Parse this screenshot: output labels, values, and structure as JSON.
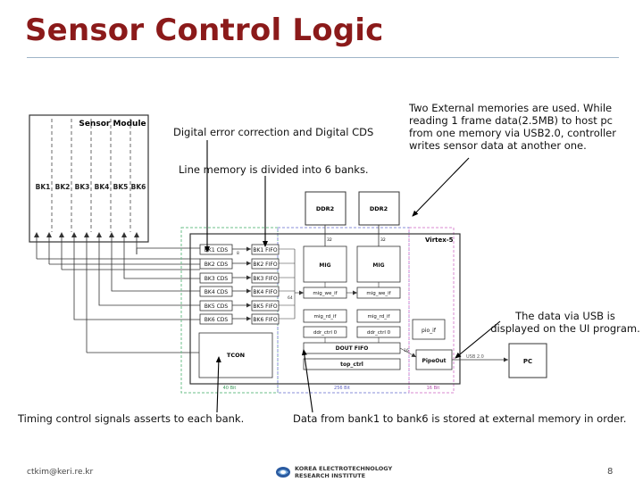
{
  "slide": {
    "title": "Sensor Control Logic",
    "notes": {
      "cds": "Digital error correction and Digital CDS",
      "memory": "Two External memories are used. While reading 1 frame data(2.5MB) to host pc from one memory via USB2.0, controller writes sensor data at another one.",
      "line": "Line memory is divided into 6 banks.",
      "usb": "The data via USB is displayed on the UI program.",
      "timing": "Timing control signals asserts to each bank.",
      "data": "Data from bank1 to bank6 is stored at external memory in order."
    },
    "footer": {
      "email": "ctkim@keri.re.kr",
      "logo_line1": "KOREA ELECTROTECHNOLOGY",
      "logo_line2": "RESEARCH INSTITUTE",
      "page": "8"
    }
  },
  "diagram": {
    "sensor_module": "Sensor Module",
    "banks": [
      "BK1",
      "BK2",
      "BK3",
      "BK4",
      "BK5",
      "BK6"
    ],
    "cds_blocks": [
      "BK1 CDS",
      "BK2 CDS",
      "BK3 CDS",
      "BK4 CDS",
      "BK5 CDS",
      "BK6 CDS"
    ],
    "fifo_blocks": [
      "BK1 FIFO",
      "BK2 FIFO",
      "BK3 FIFO",
      "BK4 FIFO",
      "BK5 FIFO",
      "BK6 FIFO"
    ],
    "ddr": [
      "DDR2",
      "DDR2"
    ],
    "mig": [
      "MIG",
      "MIG"
    ],
    "mig_we": [
      "mig_we_if",
      "mig_we_if"
    ],
    "mig_rd": [
      "mig_rd_if",
      "mig_rd_if"
    ],
    "ddr_ctrl": [
      "ddr_ctrl 0",
      "ddr_ctrl 0"
    ],
    "dout_fifo": "DOUT FIFO",
    "top_ctrl": "top_ctrl",
    "tcon": "TCON",
    "pio_if": "pio_if",
    "pipe_out": "PipeOut",
    "usb": "USB 2.0",
    "pc": "PC",
    "virtex": "Virtex-5",
    "bitwidths": [
      "40 Bit",
      "256 Bit",
      "16 Bit"
    ],
    "bus_labels": [
      "8",
      "32",
      "32",
      "64",
      "16"
    ]
  }
}
